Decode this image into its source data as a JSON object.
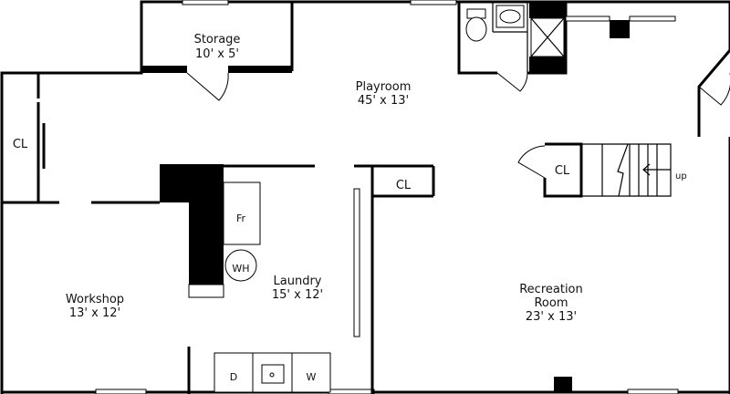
{
  "rooms": {
    "storage": {
      "name": "Storage",
      "size": "10' x 5'"
    },
    "playroom": {
      "name": "Playroom",
      "size": "45' x 13'"
    },
    "workshop": {
      "name": "Workshop",
      "size": "13' x 12'"
    },
    "laundry": {
      "name": "Laundry",
      "size": "15' x 12'"
    },
    "recreation": {
      "name_line1": "Recreation",
      "name_line2": "Room",
      "size": "23' x 13'"
    }
  },
  "closets": {
    "left": "CL",
    "center": "CL",
    "stair": "CL"
  },
  "fixtures": {
    "fridge": "Fr",
    "water_heater": "WH",
    "dryer": "D",
    "washer": "W"
  },
  "stairs": {
    "direction": "up"
  }
}
